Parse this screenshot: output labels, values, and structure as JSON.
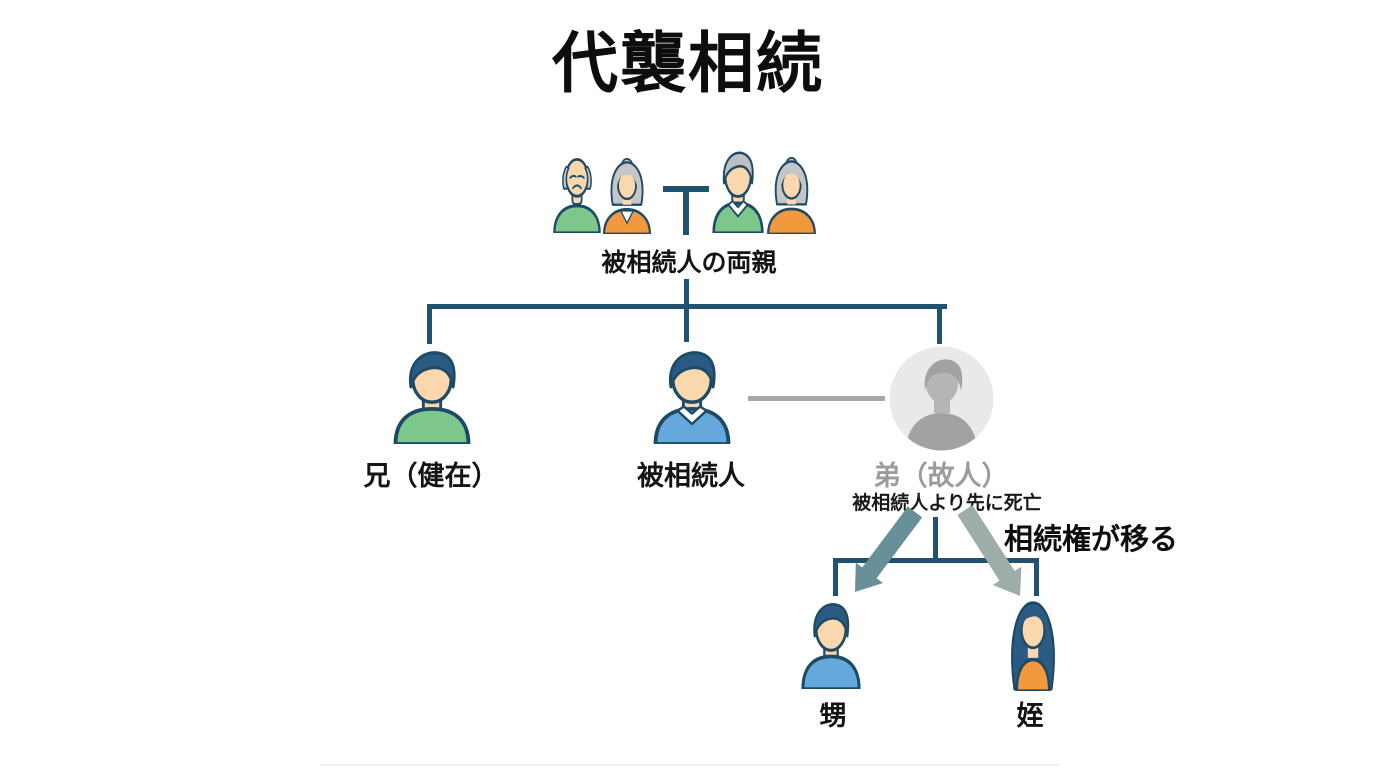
{
  "title": "代襲相続",
  "tree": {
    "grandparents_label": "被相続人の両親",
    "gen1": [
      {
        "id": "brother",
        "label": "兄（健在）",
        "status": "alive"
      },
      {
        "id": "decedent",
        "label": "被相続人",
        "status": "decedent"
      },
      {
        "id": "younger_brother",
        "label": "弟（故人）",
        "note": "被相続人より先に死亡",
        "status": "deceased"
      }
    ],
    "transfer_label": "相続権が移る",
    "gen2": [
      {
        "id": "nephew",
        "label": "甥"
      },
      {
        "id": "niece",
        "label": "姪"
      }
    ]
  },
  "icons": {
    "grandfather_1": "elderly-man-bald-green-shirt",
    "grandmother_1": "elderly-woman-bun-orange-shirt",
    "grandfather_2": "elderly-man-gray-hair-green-sweater",
    "grandmother_2": "elderly-woman-bun-orange-shirt",
    "brother": "man-green-shirt",
    "decedent": "man-blue-shirt-white-collar",
    "younger_brother": "gray-silhouette-in-circle",
    "nephew": "boy-blue-shirt",
    "niece": "girl-long-hair-orange-shirt"
  },
  "colors": {
    "connector": "#20516f",
    "outline": "#1d4a66",
    "hair_navy": "#2b5b82",
    "skin": "#fbd7ae",
    "shirt_green": "#7dc78d",
    "shirt_blue": "#64a8dc",
    "shirt_orange": "#f2993f",
    "gray_hair": "#c5c5c5",
    "deceased_text": "#9c9c9c",
    "deceased_circle_bg": "#e9e9e9",
    "deceased_silhouette": "#a2a2a2",
    "sibling_line_gray": "#a8a8a8",
    "arrow_left": "#679099",
    "arrow_right": "#9cadaa",
    "text": "#111111"
  }
}
